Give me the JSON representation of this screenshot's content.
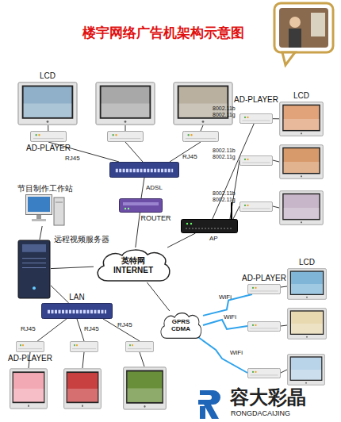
{
  "diagram": {
    "title": "楼宇网络广告机架构示意图",
    "nodes": [
      {
        "text": [
          "LCD"
        ]
      },
      {
        "text": [
          "AD-PLAYER"
        ]
      },
      {
        "text": [
          "LCD"
        ]
      },
      {
        "text": [
          "AD-PLAYER"
        ]
      },
      {
        "text": [
          "节目制作工作站"
        ]
      },
      {
        "text": [
          "ROUTER"
        ]
      },
      {
        "text": [
          "AP"
        ]
      },
      {
        "text": [
          "远程视频服务器"
        ]
      },
      {
        "text": [
          "英特网 INTERNET"
        ]
      },
      {
        "text": [
          "AD-PLAYER"
        ]
      },
      {
        "text": [
          "LCD"
        ]
      },
      {
        "text": [
          "LAN"
        ]
      },
      {
        "text": [
          "GPRS CDMA"
        ]
      },
      {
        "text": [
          "AD-PLAYER"
        ]
      }
    ],
    "edges": [
      {
        "from": 1,
        "to": 0,
        "arrow": "none"
      },
      {
        "from": 3,
        "to": 2,
        "arrow": "none"
      },
      {
        "from": 5,
        "to": 8,
        "arrow": "none"
      },
      {
        "from": 6,
        "to": 8,
        "arrow": "none"
      },
      {
        "from": 6,
        "to": 3,
        "label": "8002.11b 8002.11g",
        "arrow": "none"
      },
      {
        "from": 4,
        "to": 7,
        "arrow": "none"
      },
      {
        "from": 7,
        "to": 8,
        "arrow": "none"
      },
      {
        "from": 7,
        "to": 11,
        "arrow": "none"
      },
      {
        "from": 11,
        "to": 13,
        "label": "RJ45",
        "arrow": "none"
      },
      {
        "from": 8,
        "to": 12,
        "arrow": "none"
      },
      {
        "from": 12,
        "to": 9,
        "label": "WiFi",
        "arrow": "none"
      },
      {
        "from": 9,
        "to": 10,
        "arrow": "none"
      }
    ],
    "labels": [
      "RJ45",
      "RJ45",
      "ADSL",
      "8002.11b 8002.11g",
      "8002.11b 8002.11g",
      "WiFi",
      "WiFi",
      "RJ45",
      "RJ45",
      "容大彩晶",
      "RONGDACAIJING"
    ]
  }
}
